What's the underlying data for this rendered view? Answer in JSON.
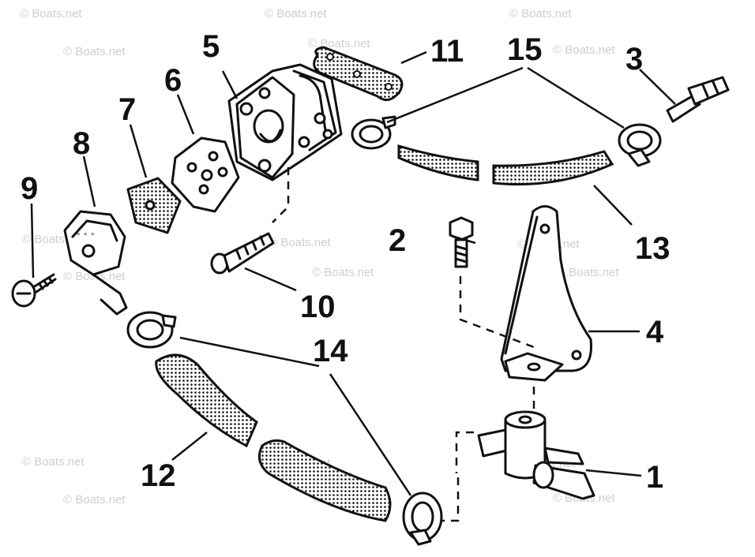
{
  "callouts": {
    "p1": "1",
    "p2": "2",
    "p3": "3",
    "p4": "4",
    "p5": "5",
    "p6": "6",
    "p7": "7",
    "p8": "8",
    "p9": "9",
    "p10": "10",
    "p11": "11",
    "p12": "12",
    "p13": "13",
    "p14": "14",
    "p15": "15"
  },
  "watermark": "© Boats.net",
  "colors": {
    "ink": "#111111",
    "paper": "#ffffff",
    "watermark": "#c9c9c9"
  }
}
